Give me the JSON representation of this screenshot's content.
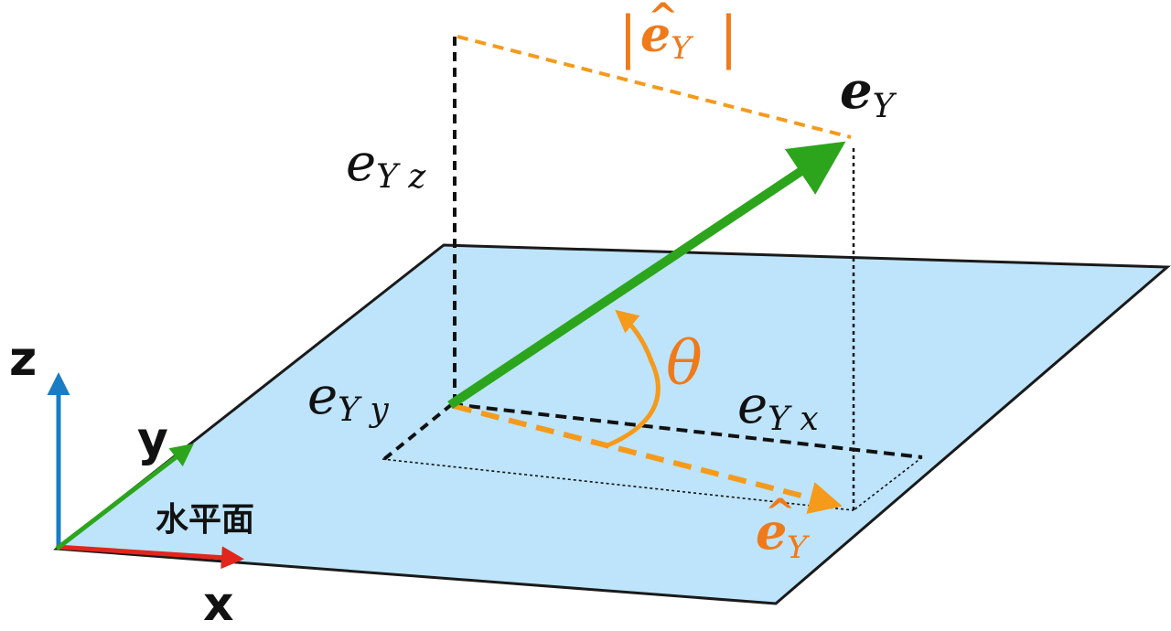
{
  "colors": {
    "plane_fill": "#bde4fa",
    "plane_stroke": "#1a1a1a",
    "vector_green": "#2ca51c",
    "projection_orange": "#f59a1b",
    "label_orange": "#f07a1a",
    "axis_blue": "#1a7cc4",
    "axis_red": "#e2261c",
    "axis_green": "#2ca51c",
    "dashed_black": "#111111"
  },
  "axes": {
    "z_label": "z",
    "y_label": "y",
    "x_label": "x"
  },
  "plane": {
    "label": "水平面"
  },
  "vector": {
    "label_base": "e",
    "label_sub": "Y"
  },
  "components": {
    "z": {
      "base": "e",
      "sub": "Y z"
    },
    "y": {
      "base": "e",
      "sub": "Y y"
    },
    "x": {
      "base": "e",
      "sub": "Y x"
    }
  },
  "projection": {
    "hat": "^",
    "base": "e",
    "sub": "Y",
    "norm_bar": "|"
  },
  "angle": {
    "symbol": "θ"
  }
}
